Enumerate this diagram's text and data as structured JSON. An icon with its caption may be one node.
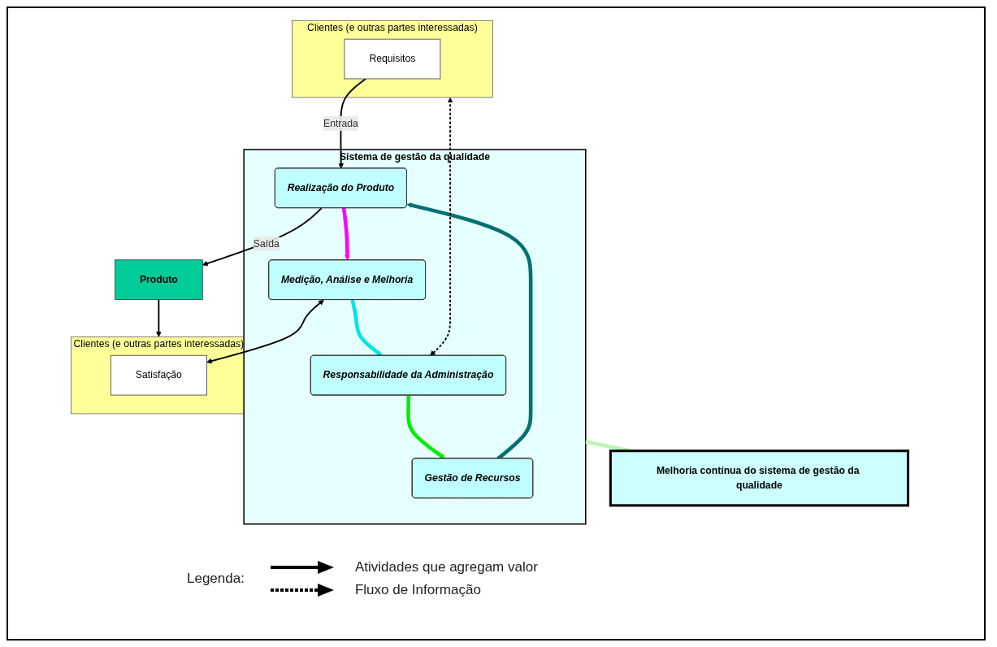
{
  "diagram": {
    "nodes": [
      {
        "text": [
          "Melhoria contínua do sistema de gestão da qualidade"
        ]
      },
      {
        "text": [
          "Clientes (e outras partes interessadas)"
        ]
      },
      {
        "text": [
          "Requisitos"
        ],
        "in": 1
      },
      {
        "text": [
          "Sistema de gestão da qualidade"
        ]
      },
      {
        "text": [
          "Responsabilidade da Administração"
        ],
        "in": 3
      },
      {
        "text": [
          "Gestão de Recursos"
        ],
        "in": 3
      },
      {
        "text": [
          "Medição, Análise e Melhoria"
        ],
        "in": 3
      },
      {
        "text": [
          "Realização do Produto"
        ],
        "in": 3
      },
      {
        "text": [
          "Produto"
        ]
      },
      {
        "text": [
          "Clientes (e outras partes interessadas)"
        ]
      },
      {
        "text": [
          "Satisfação"
        ],
        "in": 9
      }
    ],
    "edges": [
      {
        "from": 1,
        "to": 4,
        "arrow": "both",
        "style": "dashed"
      },
      {
        "from": 4,
        "to": 5,
        "arrow": "to",
        "style": "thick",
        "color": "#00ee00"
      },
      {
        "from": 5,
        "to": 7,
        "arrow": "to",
        "style": "thick",
        "color": "#007070"
      },
      {
        "from": 7,
        "to": 6,
        "arrow": "to",
        "style": "thick",
        "color": "#ff00ff"
      },
      {
        "from": 6,
        "to": 4,
        "arrow": "to",
        "style": "thick",
        "color": "#00e5e5"
      },
      {
        "from": 3,
        "to": 0,
        "arrow": "to",
        "style": "thick",
        "color": "#b8f5b0"
      },
      {
        "from": 2,
        "to": 7,
        "arrow": "to",
        "label": "Entrada"
      },
      {
        "from": 7,
        "to": 8,
        "arrow": "to",
        "label": "Saída"
      },
      {
        "from": 8,
        "to": 9,
        "arrow": "to"
      },
      {
        "from": 6,
        "to": 10,
        "arrow": "both"
      }
    ],
    "labels": [
      "Legenda:"
    ],
    "legend": [
      {
        "text": "Atividades que agregam valor"
      },
      {
        "text": "Fluxo de Informação"
      }
    ]
  }
}
